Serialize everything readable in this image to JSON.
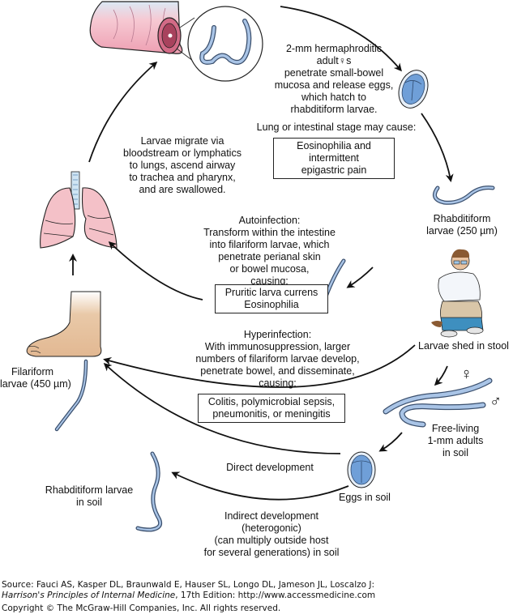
{
  "adult_text": {
    "lines": [
      "2-mm hermaphroditic",
      "adult♀s",
      "penetrate small-bowel",
      "mucosa and release eggs,",
      "which hatch to",
      "rhabditiform larvae."
    ]
  },
  "lung_intestinal": {
    "caption": "Lung or intestinal stage may cause:",
    "box_lines": [
      "Eosinophilia and",
      "intermittent",
      "epigastric pain"
    ]
  },
  "migration_text": {
    "lines": [
      "Larvae migrate via",
      "bloodstream or lymphatics",
      "to lungs, ascend airway",
      "to trachea and pharynx,",
      "and are swallowed."
    ]
  },
  "rhabditiform_label": {
    "lines": [
      "Rhabditiform",
      "larvae (250 µm)"
    ]
  },
  "autoinfection": {
    "lines": [
      "Autoinfection:",
      "Transform within the intestine",
      "into filariform larvae, which",
      "penetrate perianal skin",
      "or bowel mucosa,",
      "causing:"
    ],
    "box_lines": [
      "Pruritic larva currens",
      "Eosinophilia"
    ]
  },
  "hyperinfection": {
    "lines": [
      "Hyperinfection:",
      "With immunosuppression, larger",
      "numbers of filariform larvae develop,",
      "penetrate bowel, and disseminate,",
      "causing:"
    ],
    "box_lines": [
      "Colitis, polymicrobial sepsis,",
      "pneumonitis, or meningitis"
    ]
  },
  "stool_label": "Larvae shed in stool",
  "filariform_label": {
    "lines": [
      "Filariform",
      "larvae (450 µm)"
    ]
  },
  "free_living": {
    "lines": [
      "Free-living",
      "1-mm adults",
      "in soil"
    ],
    "female_symbol": "♀",
    "male_symbol": "♂"
  },
  "direct_development": "Direct development",
  "eggs_in_soil": "Eggs in soil",
  "rhabditiform_soil": {
    "lines": [
      "Rhabditiform larvae",
      "in soil"
    ]
  },
  "indirect_development": {
    "lines": [
      "Indirect development",
      "(heterogonic)",
      "(can multiply outside host",
      "for several generations) in soil"
    ]
  },
  "footer": {
    "source_line": "Source: Fauci AS, Kasper DL, Braunwald E, Hauser SL, Longo DL, Jameson JL, Loscalzo J:",
    "book_title": "Harrison's Principles of Internal Medicine",
    "edition_text": ", 17th Edition: http://www.accessmedicine.com",
    "copyright": "Copyright © The McGraw-Hill Companies, Inc. All rights reserved."
  },
  "colors": {
    "worm_fill": "#a9c4e6",
    "worm_stroke": "#3a4f6d",
    "egg_fill": "#6f9fd8",
    "lung_fill": "#f4c1c8",
    "intestine_fill": "#f2b7c3",
    "foot_fill": "#e7c3a0",
    "arrow": "#111111"
  }
}
